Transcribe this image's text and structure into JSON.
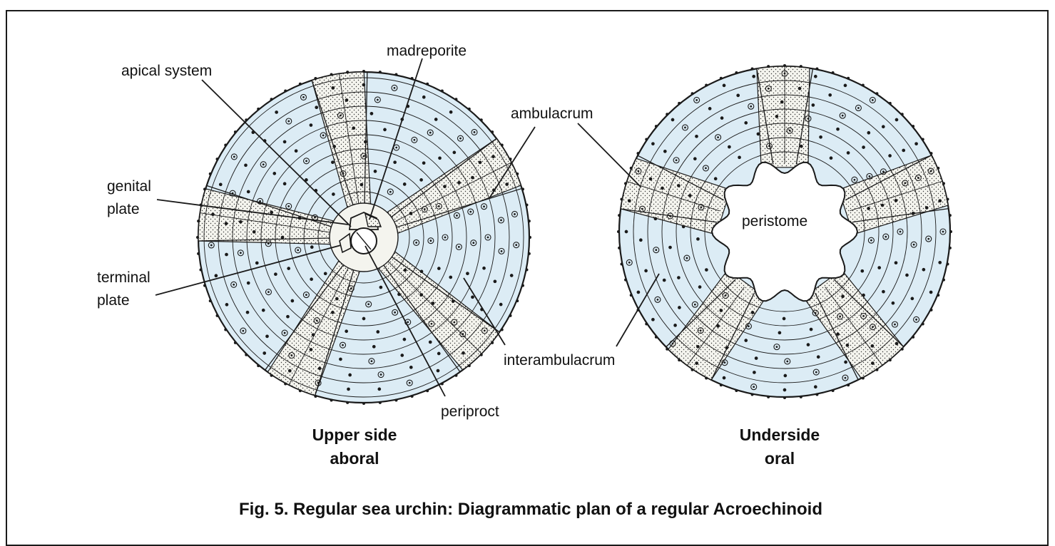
{
  "labels": {
    "madreporite": "madreporite",
    "apical_system": "apical system",
    "ambulacrum": "ambulacrum",
    "genital_plate_line1": "genital",
    "genital_plate_line2": "plate",
    "terminal_plate_line1": "terminal",
    "terminal_plate_line2": "plate",
    "periproct": "periproct",
    "interambulacrum": "interambulacrum",
    "peristome": "peristome"
  },
  "views": {
    "upper": {
      "line1": "Upper side",
      "line2": "aboral"
    },
    "under": {
      "line1": "Underside",
      "line2": "oral"
    }
  },
  "caption": "Fig. 5.  Regular sea urchin:  Diagrammatic plan of a regular Acroechinoid",
  "colors": {
    "test_fill": "#dcecf5",
    "ambulacral_fill": "#f4f4ee",
    "line": "#1a1a1a"
  }
}
